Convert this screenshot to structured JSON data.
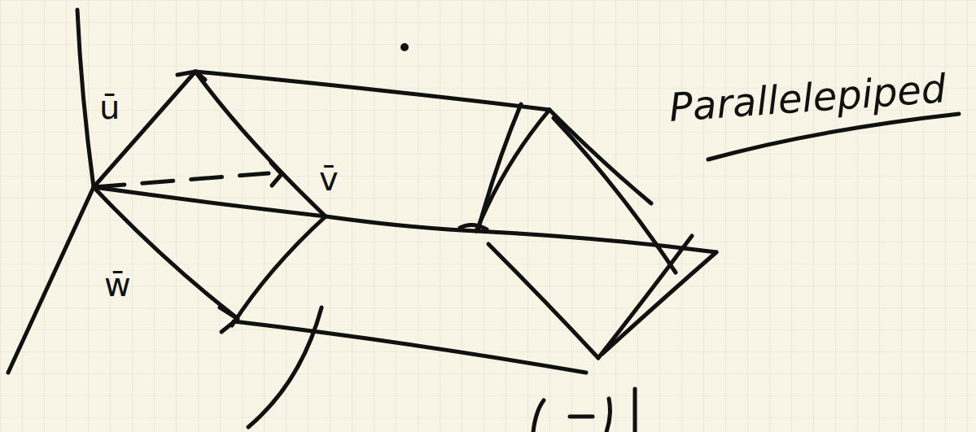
{
  "diagram": {
    "title": "Parallelepiped",
    "labels": [
      "ū",
      "v̄",
      "w̄"
    ]
  }
}
